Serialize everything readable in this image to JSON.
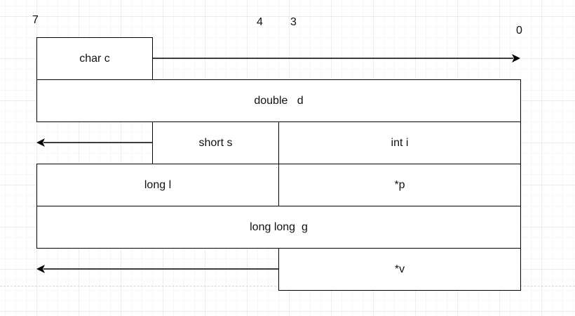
{
  "bit_labels": {
    "b7": "7",
    "b4": "4",
    "b3": "3",
    "b0": "0"
  },
  "fields": {
    "char_c": "char c",
    "double_d": "double   d",
    "short_s": "short s",
    "int_i": "int i",
    "long_l": "long l",
    "ptr_p": "*p",
    "long_long_g": "long long  g",
    "ptr_v": "*v"
  },
  "colors": {
    "line": "#000000",
    "grid": "#ececec"
  }
}
